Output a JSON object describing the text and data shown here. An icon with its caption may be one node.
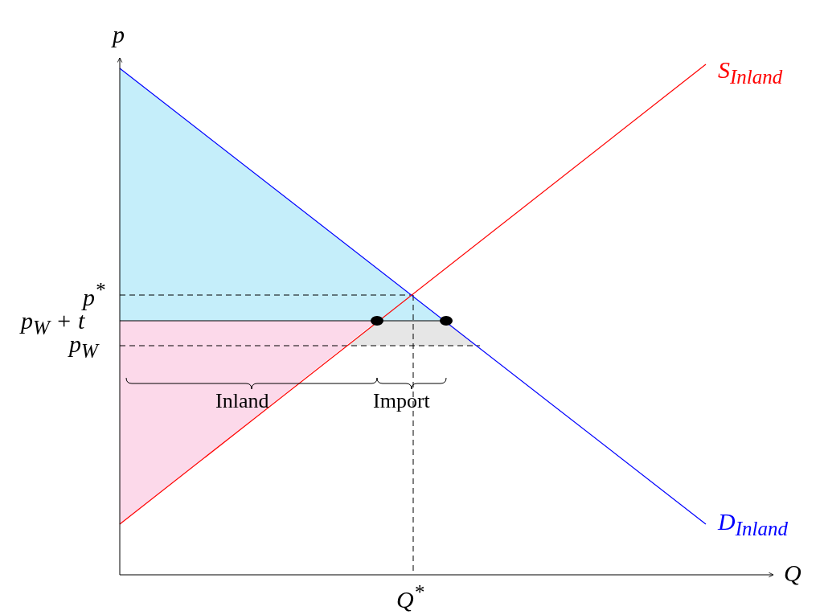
{
  "diagram": {
    "labels": [
      "p",
      "S$_{Inland}$",
      "p$^{*}$",
      "p$_{W}$ + t",
      "p$_{W}$",
      "Inland",
      "Import",
      "D$_{Inland}$",
      "Q",
      "Q$^{*}$"
    ]
  }
}
